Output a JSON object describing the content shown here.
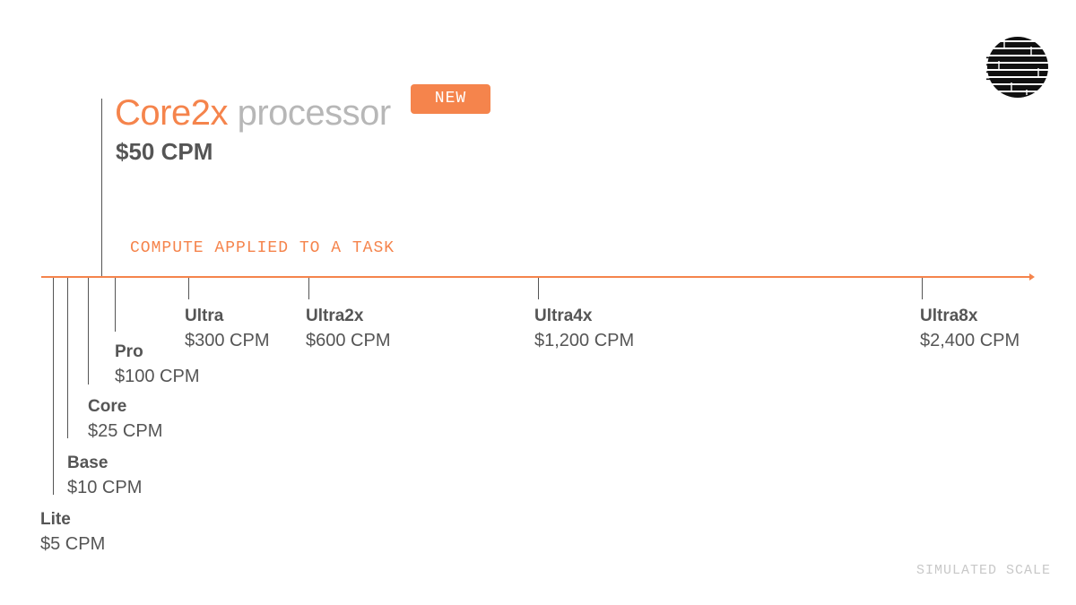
{
  "header": {
    "title_accent": "Core2x",
    "title_rest": "processor",
    "price": "$50 CPM",
    "badge": "NEW"
  },
  "axis_caption": "COMPUTE APPLIED TO A TASK",
  "footer": "SIMULATED SCALE",
  "logo": {
    "icon": "striped-circle-logo-icon"
  },
  "colors": {
    "accent": "#f5844c",
    "text": "#555555",
    "muted": "#b7b7b7",
    "footer": "#c8c8c8"
  },
  "tiers": [
    {
      "name": "Lite",
      "price": "$5 CPM"
    },
    {
      "name": "Base",
      "price": "$10 CPM"
    },
    {
      "name": "Core",
      "price": "$25 CPM"
    },
    {
      "name": "Pro",
      "price": "$100 CPM"
    },
    {
      "name": "Ultra",
      "price": "$300 CPM"
    },
    {
      "name": "Ultra2x",
      "price": "$600 CPM"
    },
    {
      "name": "Ultra4x",
      "price": "$1,200 CPM"
    },
    {
      "name": "Ultra8x",
      "price": "$2,400 CPM"
    }
  ]
}
